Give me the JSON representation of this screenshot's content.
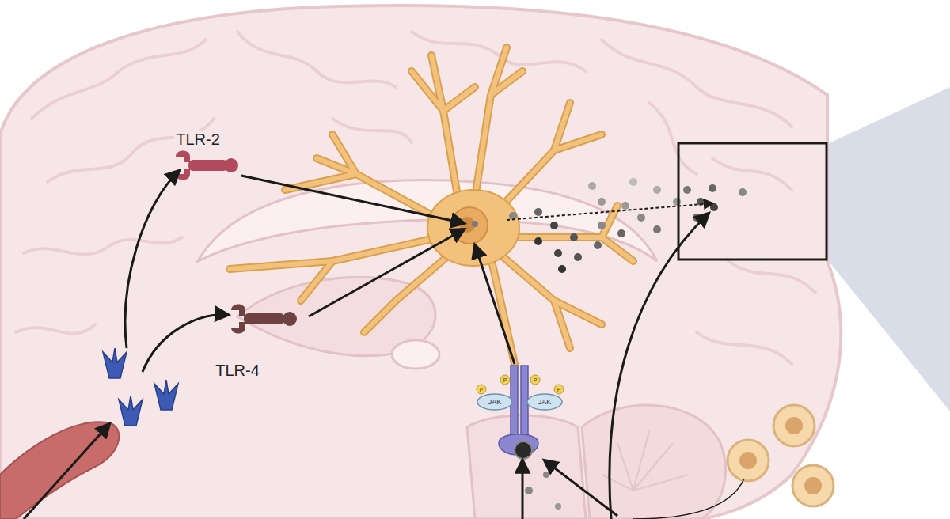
{
  "diagram": {
    "labels": [
      "TLR-2",
      "TLR-4",
      "JAK",
      "JAK",
      "P",
      "P",
      "P",
      "P"
    ]
  }
}
